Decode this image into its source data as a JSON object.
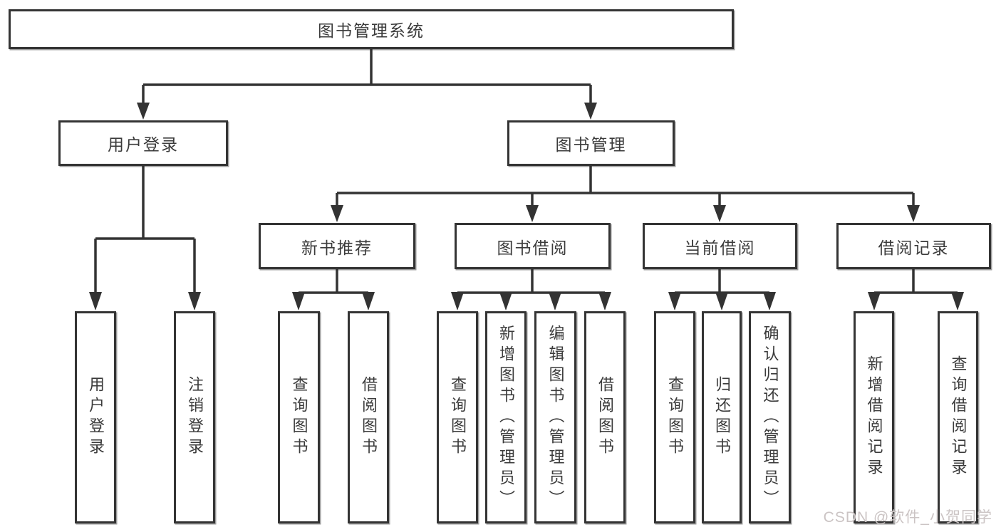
{
  "diagram": {
    "root": {
      "label": "图书管理系统"
    },
    "branches": [
      {
        "label": "用户登录",
        "children": [
          {
            "label": "用户登录"
          },
          {
            "label": "注销登录"
          }
        ]
      },
      {
        "label": "图书管理",
        "children": [
          {
            "label": "新书推荐",
            "children": [
              {
                "label": "查询图书"
              },
              {
                "label": "借阅图书"
              }
            ]
          },
          {
            "label": "图书借阅",
            "children": [
              {
                "label": "查询图书"
              },
              {
                "label": "新增图书（管理员）"
              },
              {
                "label": "编辑图书（管理员）"
              },
              {
                "label": "借阅图书"
              }
            ]
          },
          {
            "label": "当前借阅",
            "children": [
              {
                "label": "查询图书"
              },
              {
                "label": "归还图书"
              },
              {
                "label": "确认归还（管理员）"
              }
            ]
          },
          {
            "label": "借阅记录",
            "children": [
              {
                "label": "新增借阅记录"
              },
              {
                "label": "查询借阅记录"
              }
            ]
          }
        ]
      }
    ]
  },
  "watermark": {
    "text": "CSDN @软件_小贺同学",
    "color": "#cbc4c4"
  },
  "colors": {
    "line": "#333333",
    "box_border": "#343434",
    "text": "#3b3b3b",
    "background": "#ffffff"
  }
}
